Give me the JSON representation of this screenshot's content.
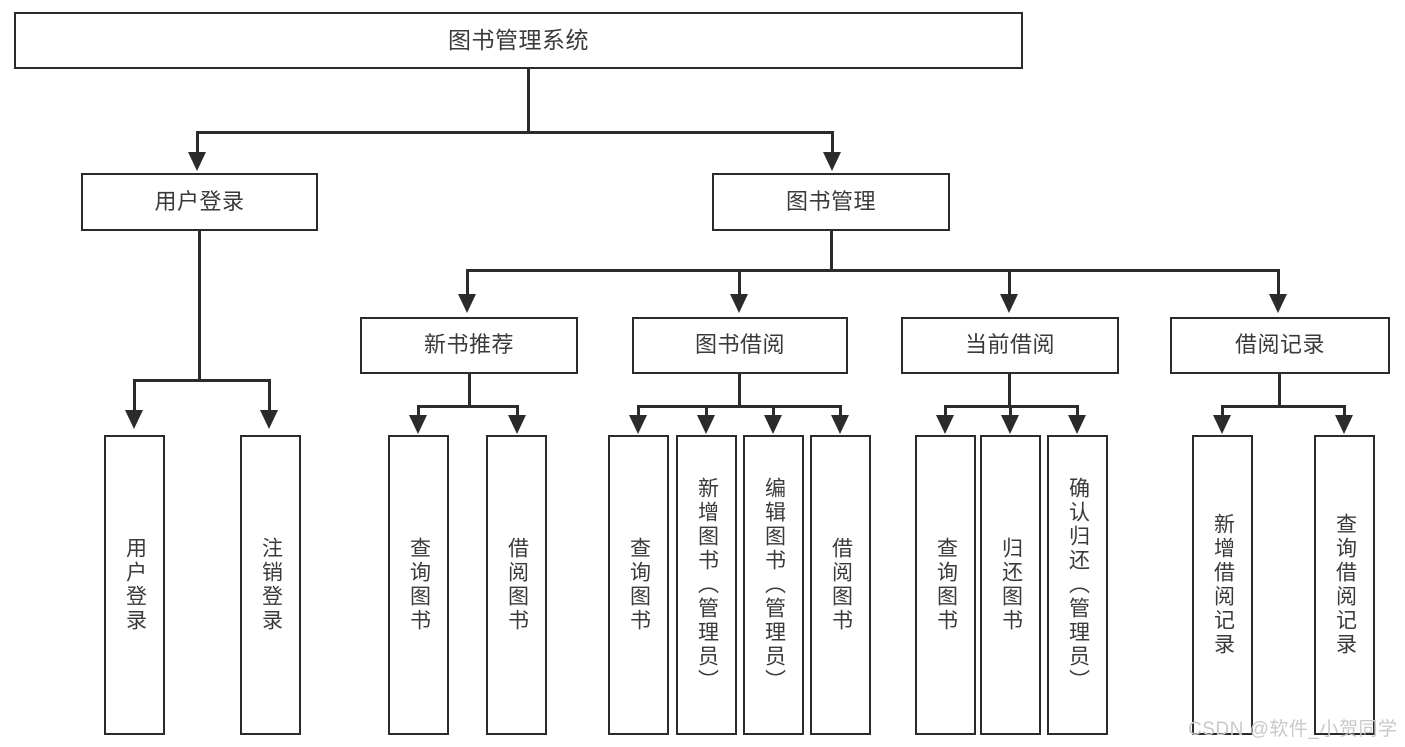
{
  "diagram": {
    "title": "图书管理系统",
    "watermark": "CSDN @软件_小贺同学",
    "colors": {
      "stroke": "#2b2b2b",
      "text": "#3a3a3a",
      "background": "#ffffff",
      "watermark": "#c9c9c9"
    },
    "root": {
      "label": "图书管理系统"
    },
    "level2": [
      {
        "label": "用户登录"
      },
      {
        "label": "图书管理"
      }
    ],
    "level3": [
      {
        "label": "新书推荐"
      },
      {
        "label": "图书借阅"
      },
      {
        "label": "当前借阅"
      },
      {
        "label": "借阅记录"
      }
    ],
    "leaves": {
      "user_login": [
        {
          "label": "用户登录"
        },
        {
          "label": "注销登录"
        }
      ],
      "new_book_recommend": [
        {
          "label": "查询图书"
        },
        {
          "label": "借阅图书"
        }
      ],
      "book_borrow": [
        {
          "label": "查询图书"
        },
        {
          "label": "新增图书（管理员）"
        },
        {
          "label": "编辑图书（管理员）"
        },
        {
          "label": "借阅图书"
        }
      ],
      "current_borrow": [
        {
          "label": "查询图书"
        },
        {
          "label": "归还图书"
        },
        {
          "label": "确认归还（管理员）"
        }
      ],
      "borrow_record": [
        {
          "label": "新增借阅记录"
        },
        {
          "label": "查询借阅记录"
        }
      ]
    }
  }
}
